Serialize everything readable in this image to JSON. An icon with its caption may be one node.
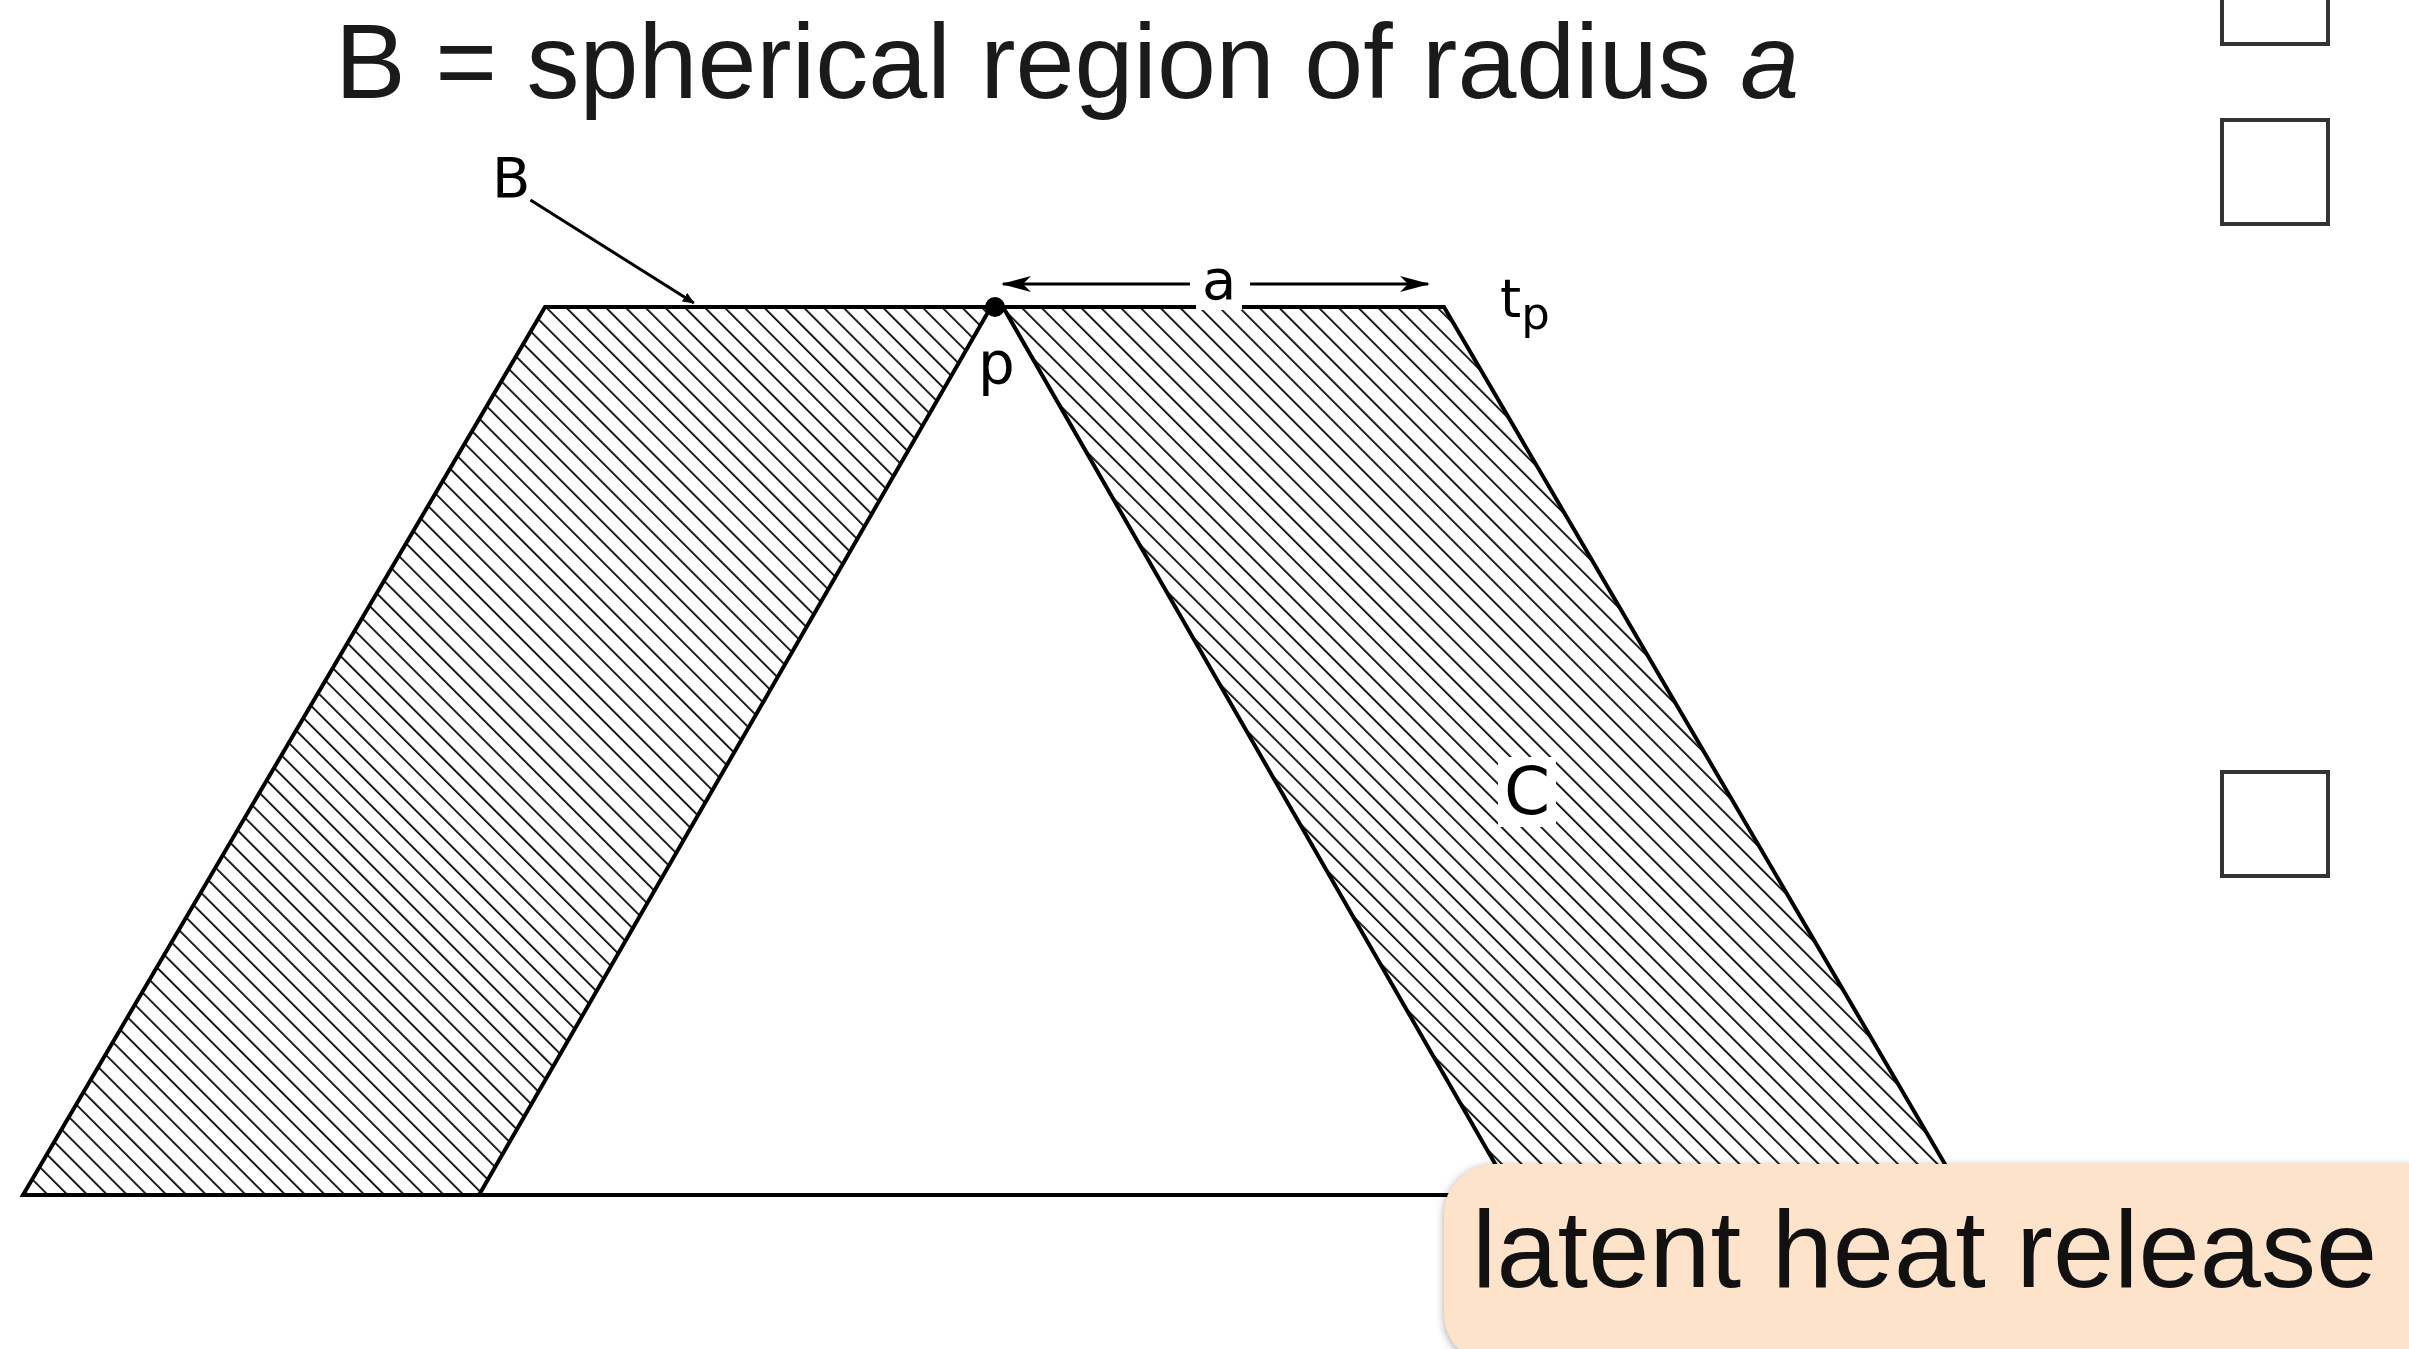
{
  "diagram": {
    "title": "B = spherical region of radius *a*",
    "nodes": [
      {
        "text": [
          "B"
        ]
      },
      {
        "text": [],
        "shape": "parallelogram"
      }
    ],
    "edges": [
      {
        "from": 0,
        "to": 1,
        "arrow": "to"
      }
    ],
    "labels": [
      "a",
      "p",
      "t$_{p}$",
      "C",
      "latent heat release"
    ]
  }
}
